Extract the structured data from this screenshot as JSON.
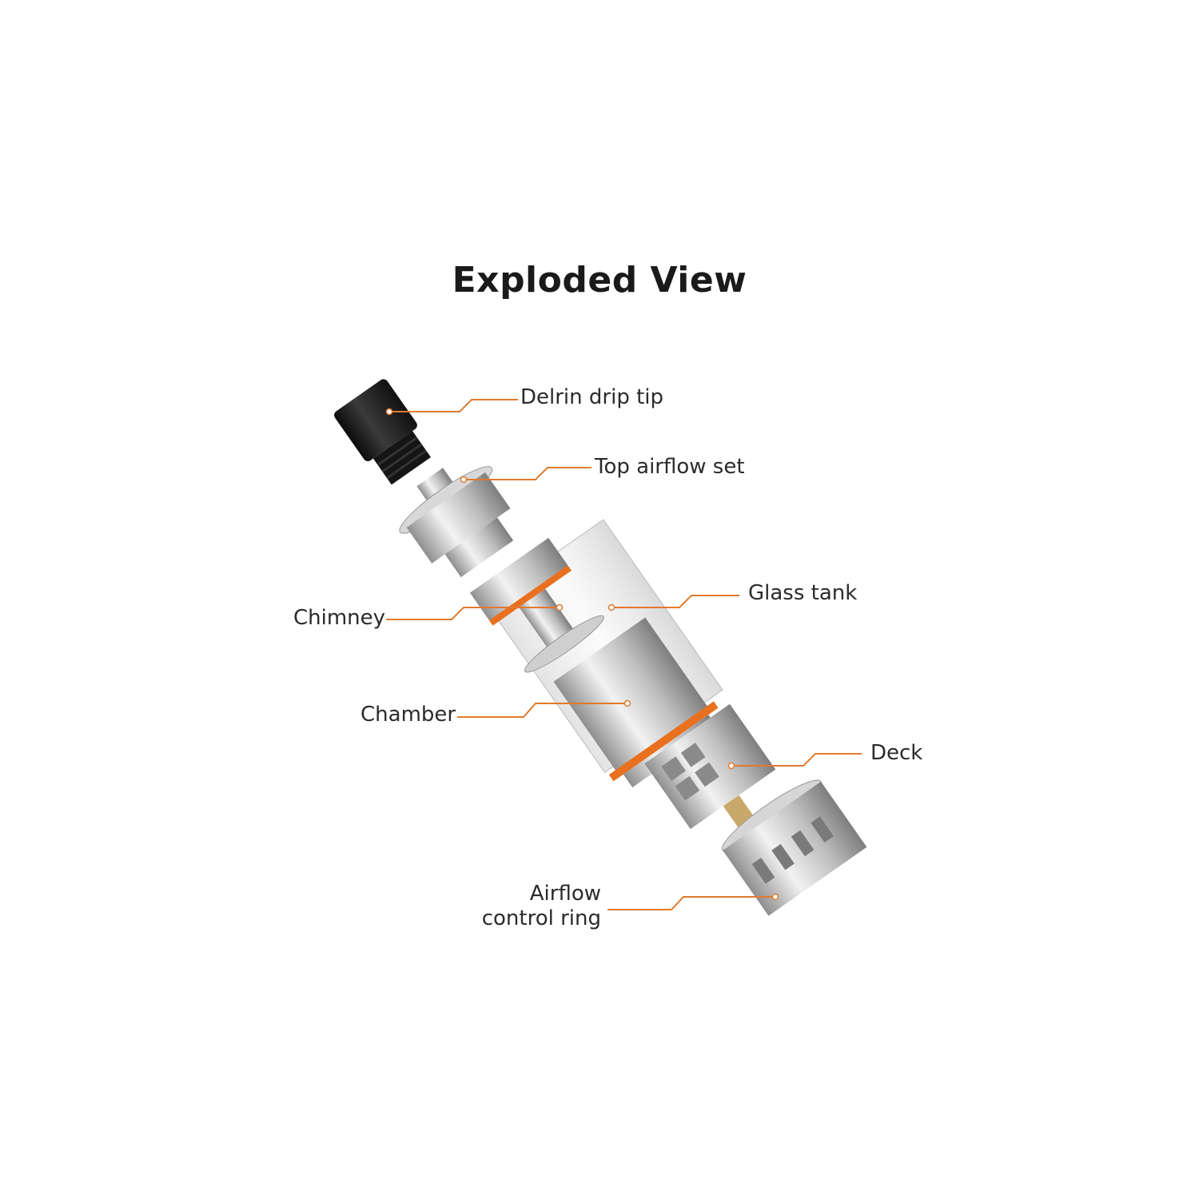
{
  "title": "Exploded View",
  "colors": {
    "leader_line": "#e07a2e",
    "metal": "#c9c9c9",
    "drip_tip": "#1e1e1e",
    "gasket": "#e8701f"
  },
  "labels": {
    "drip_tip": "Delrin drip tip",
    "top_airflow": "Top airflow set",
    "glass_tank": "Glass tank",
    "chimney": "Chimney",
    "chamber": "Chamber",
    "deck": "Deck",
    "airflow_ring_line1": "Airflow",
    "airflow_ring_line2": "control ring"
  }
}
